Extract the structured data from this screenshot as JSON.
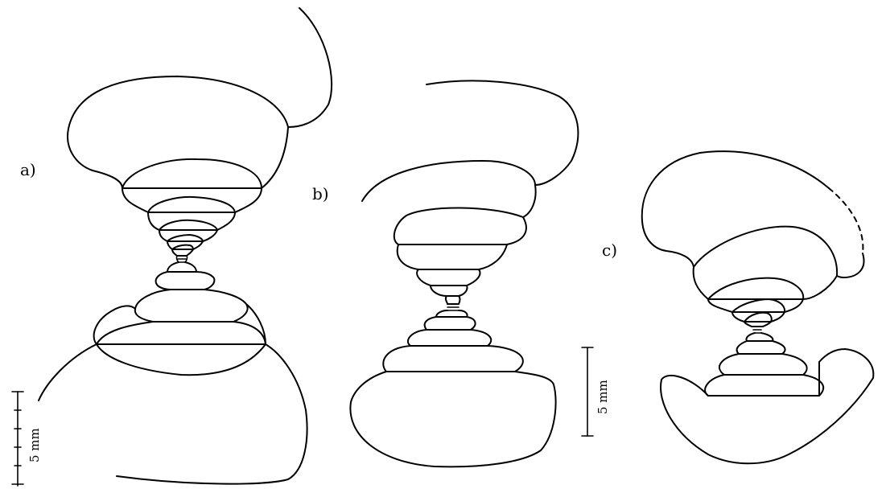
{
  "panels": [
    {
      "label": "a)"
    },
    {
      "label": "b)"
    },
    {
      "label": "c)"
    }
  ],
  "scale_bars": [
    {
      "text": "5 mm"
    },
    {
      "text": "5 mm"
    }
  ]
}
